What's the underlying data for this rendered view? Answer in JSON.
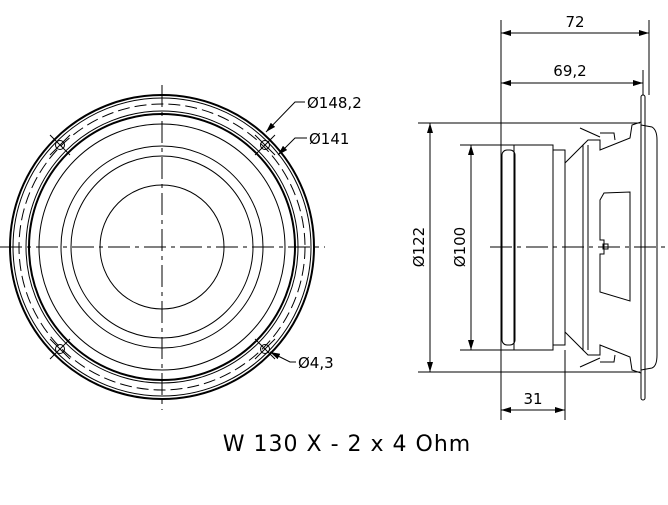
{
  "title": "W 130 X - 2 x 4 Ohm",
  "front_view": {
    "dim_outer": "Ø148,2",
    "dim_bolt_circle": "Ø141",
    "dim_hole": "Ø4,3"
  },
  "side_view": {
    "dim_total_depth": "72",
    "dim_mount_depth": "69,2",
    "dim_magnet_depth": "31",
    "dim_basket_diameter": "Ø122",
    "dim_magnet_diameter": "Ø100"
  }
}
